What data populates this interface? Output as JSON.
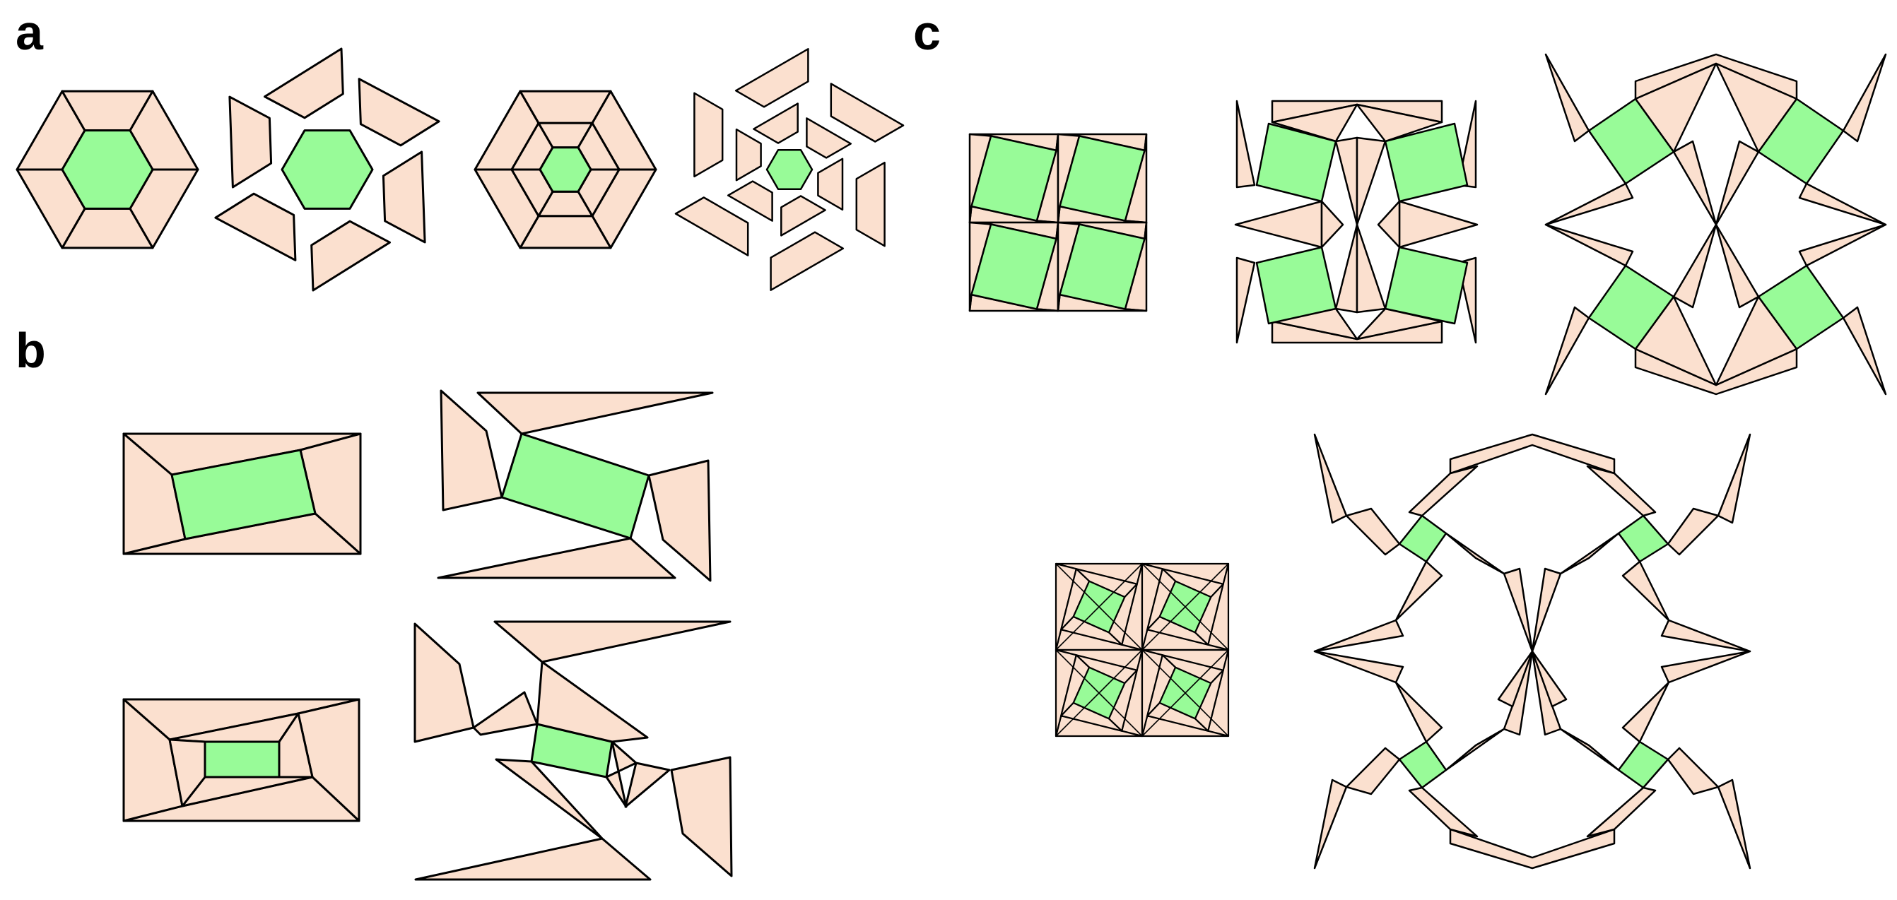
{
  "panel_labels": {
    "a": "a",
    "b": "b",
    "c": "c"
  },
  "colors": {
    "tile_fill": "#fbe0cf",
    "core_fill": "#98fb98",
    "stroke": "#000000",
    "background": "#ffffff"
  }
}
